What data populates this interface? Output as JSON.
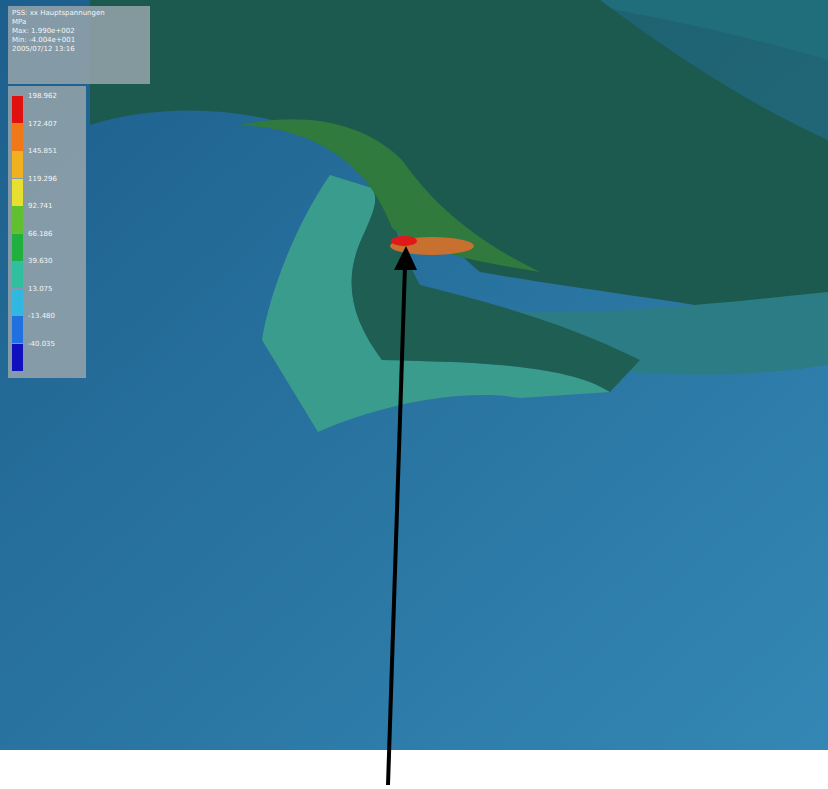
{
  "diagram": {
    "labels": [
      "PSS: xx Hauptspannungen",
      "MPa",
      "Max: 1.990e+002",
      "Min: -4.004e+001",
      "2005/07/12 13:16"
    ],
    "legend": [
      {
        "text": "198.962",
        "color": "#e01010"
      },
      {
        "text": "172.407",
        "color": "#f07818"
      },
      {
        "text": "145.851",
        "color": "#f0b020"
      },
      {
        "text": "119.296",
        "color": "#e8e030"
      },
      {
        "text": "92.741",
        "color": "#60c030"
      },
      {
        "text": "66.186",
        "color": "#20b040"
      },
      {
        "text": "39.630",
        "color": "#30c0a0"
      },
      {
        "text": "13.075",
        "color": "#30b8e0"
      },
      {
        "text": "-13.480",
        "color": "#2070e0"
      },
      {
        "text": "-40.035",
        "color": "#1010c0"
      }
    ]
  }
}
